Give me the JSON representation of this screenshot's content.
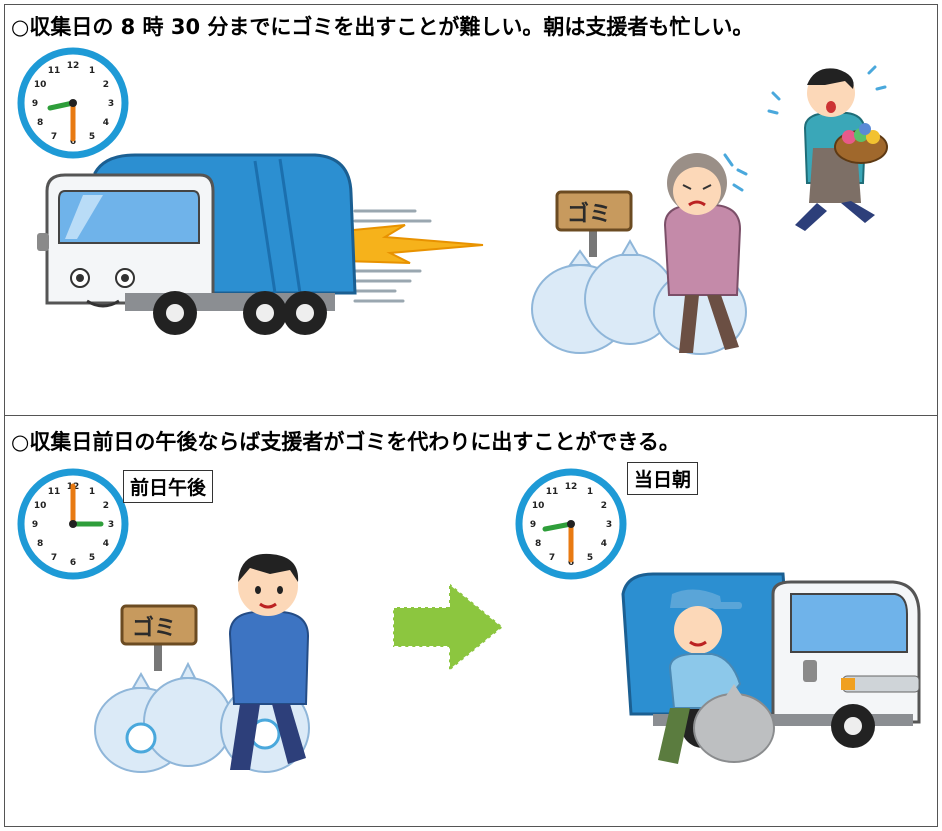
{
  "panel_top": {
    "heading": "○収集日の 8 時 30 分までにゴミを出すことが難しい。朝は支援者も忙しい。",
    "sign": "ゴミ"
  },
  "panel_bottom": {
    "heading": "○収集日前日の午後ならば支援者がゴミを代わりに出すことができる。",
    "tag_left": "前日午後",
    "tag_right": "当日朝",
    "sign": "ゴミ"
  },
  "clock_numbers": [
    "12",
    "1",
    "2",
    "3",
    "4",
    "5",
    "6",
    "7",
    "8",
    "9",
    "10",
    "11"
  ],
  "colors": {
    "clock_ring": "#1e9ad6",
    "truck_blue": "#2c8fd1",
    "arrow_green": "#8cc63f",
    "hand_orange": "#e87a12",
    "hand_green": "#2e9e3a"
  }
}
